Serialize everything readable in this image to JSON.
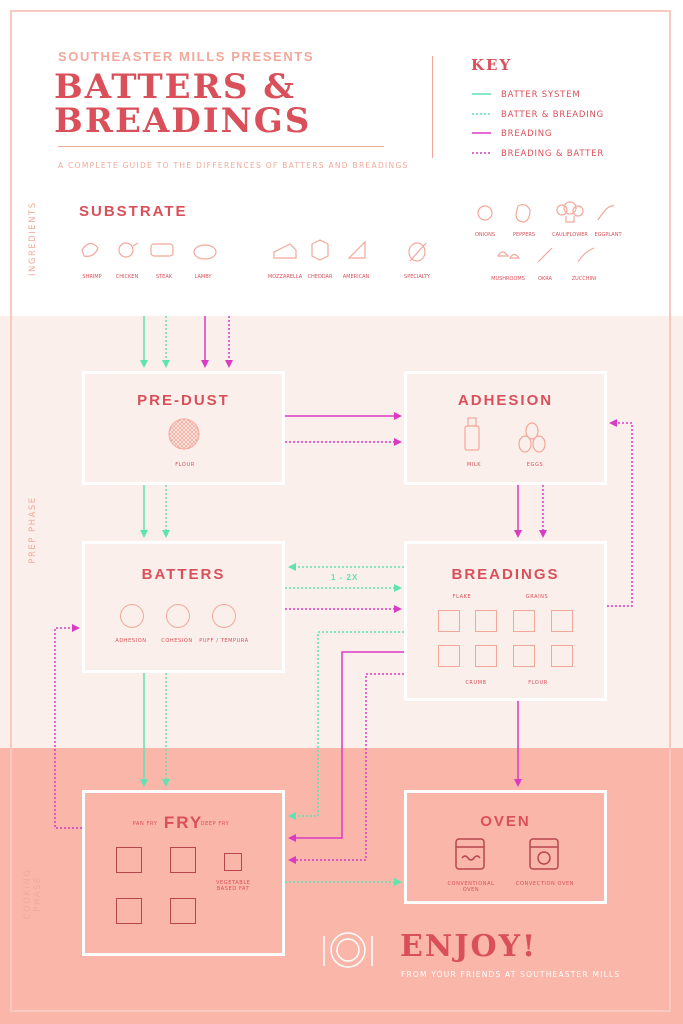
{
  "header": {
    "presents": "SOUTHEASTER MILLS PRESENTS",
    "title_line1": "BATTERS &",
    "title_line2": "BREADINGS",
    "subtitle": "A COMPLETE GUIDE TO THE DIFFERENCES OF BATTERS AND BREADINGS"
  },
  "key": {
    "title": "KEY",
    "items": [
      {
        "label": "BATTER SYSTEM",
        "color": "#5fe3b0",
        "style": "solid"
      },
      {
        "label": "BATTER & BREADING",
        "color": "#5fe3b0",
        "style": "dotted"
      },
      {
        "label": "BREADING",
        "color": "#d93bc5",
        "style": "solid"
      },
      {
        "label": "BREADING & BATTER",
        "color": "#d93bc5",
        "style": "dotted"
      }
    ]
  },
  "sections": {
    "ingredients": "INGREDIENTS",
    "prep": "PREP PHASE",
    "cooking": "COOKING PHASE"
  },
  "substrate": {
    "title": "SUBSTRATE",
    "proteins": [
      "SHRIMP",
      "CHICKEN",
      "STEAK",
      "LAMBY"
    ],
    "cheeses": [
      "MOZZARELLA",
      "CHEDDAR",
      "AMERICAN"
    ],
    "specialty": "SPECIALTY",
    "vegetables": [
      "ONIONS",
      "PEPPERS",
      "CAULIFLOWER",
      "EGGPLANT",
      "MUSHROOMS",
      "OKRA",
      "ZUCCHINI"
    ]
  },
  "steps": {
    "predust": {
      "title": "PRE-DUST",
      "items": [
        "FLOUR"
      ]
    },
    "adhesion": {
      "title": "ADHESION",
      "items": [
        "MILK",
        "EGGS"
      ]
    },
    "batters": {
      "title": "BATTERS",
      "items": [
        "ADHESION",
        "COHESION",
        "PUFF / TEMPURA"
      ]
    },
    "breadings": {
      "title": "BREADINGS",
      "items": [
        "FLAKE",
        "GRAINS",
        "CRUMB",
        "FLOUR"
      ]
    },
    "fry": {
      "title": "FRY",
      "items": [
        "PAN FRY",
        "DEEP FRY",
        "VEGETABLE BASED FAT"
      ]
    },
    "oven": {
      "title": "OVEN",
      "items": [
        "CONVENTIONAL OVEN",
        "CONVECTION OVEN"
      ]
    }
  },
  "ratio_label": "1 - 2X",
  "footer": {
    "enjoy": "ENJOY!",
    "friends": "FROM YOUR FRIENDS AT SOUTHEASTER MILLS"
  },
  "colors": {
    "accent": "#d9505a",
    "salmon": "#f2a89a",
    "batter": "#5fe3b0",
    "breading": "#d93bc5",
    "prep_bg": "#fbefec",
    "cook_bg": "#fbb6aa"
  }
}
